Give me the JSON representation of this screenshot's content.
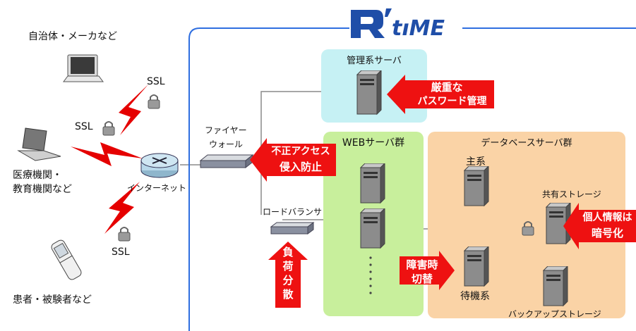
{
  "logo": {
    "text": "R'time",
    "color": "#1f4ea8"
  },
  "clients": {
    "municipal": "自治体・メーカなど",
    "medical_line1": "医療機関・",
    "medical_line2": "教育機関など",
    "patients": "患者・被験者など"
  },
  "ssl_labels": [
    "SSL",
    "SSL",
    "SSL"
  ],
  "internet_label": "インターネット",
  "firewall_label_line1": "ファイヤー",
  "firewall_label_line2": "ウォール",
  "loadbalancer_label": "ロードバランサ",
  "panels": {
    "admin": {
      "title": "管理系サーバ",
      "color": "#c6f1f4"
    },
    "web": {
      "title": "WEBサーバ群",
      "color": "#c8ef9c"
    },
    "db": {
      "title": "データベースサーバ群",
      "color": "#fad3a6"
    }
  },
  "nodes": {
    "primary": "主系",
    "standby": "待機系",
    "shared_storage": "共有ストレージ",
    "backup_storage": "バックアップストレージ"
  },
  "callouts": {
    "password_line1": "厳重な",
    "password_line2": "パスワード管理",
    "intrusion_line1": "不正アクセス",
    "intrusion_line2": "侵入防止",
    "load_line1": "負",
    "load_line2": "荷",
    "load_line3": "分",
    "load_line4": "散",
    "failover_line1": "障害時",
    "failover_line2": "切替",
    "encrypt_line1": "個人情報は",
    "encrypt_line2": "暗号化"
  },
  "colors": {
    "callout_red": "#ee1111",
    "frame_blue": "#2f6fe0",
    "line_gray": "#8a8a8a"
  }
}
